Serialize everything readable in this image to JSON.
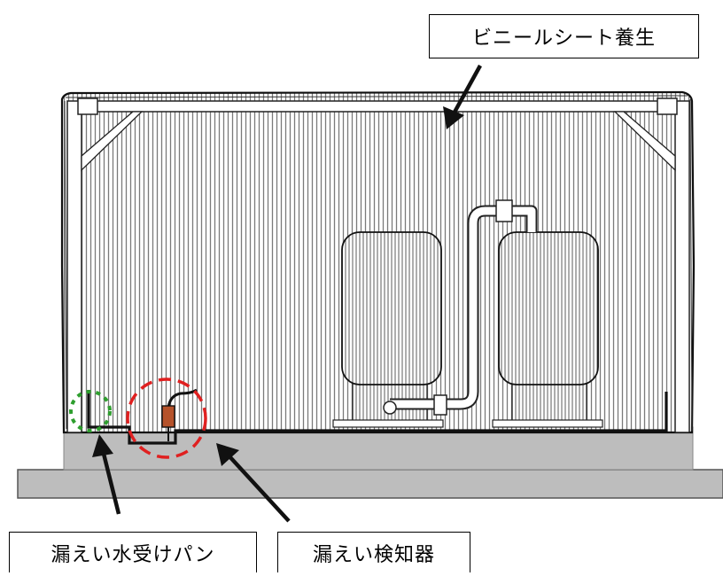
{
  "labels": {
    "vinyl_sheet": "ビニールシート養生",
    "drip_pan": "漏えい水受けパン",
    "leak_detector": "漏えい検知器"
  },
  "colors": {
    "stripe": "#7a7a7a",
    "base": "#bdbdbd",
    "detector": "#b5522a",
    "green_marker": "#2e9e2e",
    "red_marker": "#e02020"
  }
}
